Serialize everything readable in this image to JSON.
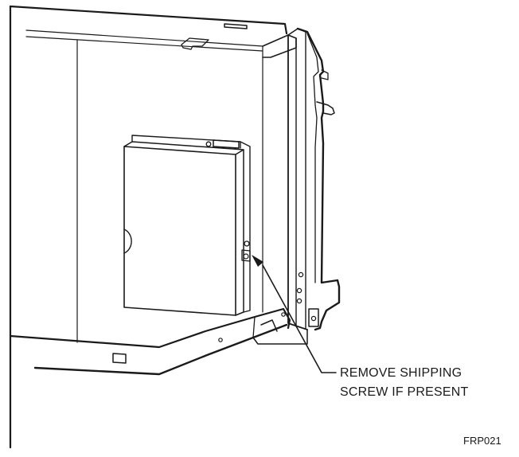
{
  "callout": {
    "line1": "REMOVE SHIPPING",
    "line2": "SCREW IF PRESENT"
  },
  "figure_code": "FRP021",
  "ink_color": "#1a1a1a"
}
